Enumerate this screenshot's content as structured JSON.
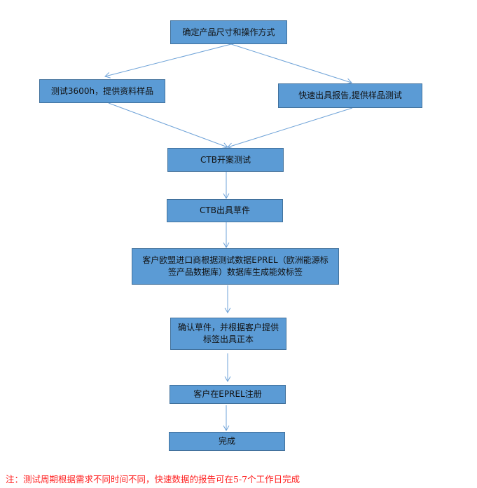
{
  "steps": {
    "s1": "确定产品尺寸和操作方式",
    "s2a": "测试3600h，提供资料样品",
    "s2b": "快速出具报告,提供样品测试",
    "s3": "CTB开案测试",
    "s4": "CTB出具草件",
    "s5": "客户欧盟进口商根据测试数据EPREL（欧洲能源标签产品数据库）数据库生成能效标签",
    "s6": "确认草件，并根据客户提供标签出具正本",
    "s7": "客户在EPREL注册",
    "s8": "完成"
  },
  "note": "注：测试周期根据需求不同时间不同，快速数据的报告可在5-7个工作日完成",
  "colors": {
    "box_fill": "#5b9bd5",
    "box_border": "#41719c",
    "arrow": "#6fa3d8",
    "note": "#ff2020"
  }
}
